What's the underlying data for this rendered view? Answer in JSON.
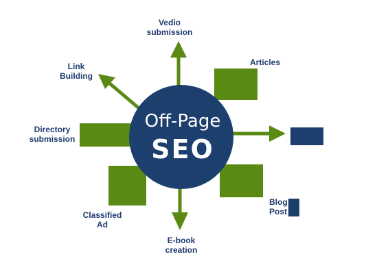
{
  "center": {
    "line1": "Off-Page",
    "line2": "SEO"
  },
  "labels": {
    "vedio": [
      "Vedio",
      "submission"
    ],
    "articles": [
      "Articles"
    ],
    "link": [
      "Link",
      "Building"
    ],
    "directory": [
      "Directory",
      "submission"
    ],
    "classified": [
      "Classified",
      "Ad"
    ],
    "ebook": [
      "E-book",
      "creation"
    ],
    "blog": [
      "Blog",
      "Post"
    ]
  },
  "colors": {
    "navy": "#1d3f6e",
    "green": "#5a8a14",
    "label": "#1f3a6e",
    "white": "#ffffff"
  }
}
